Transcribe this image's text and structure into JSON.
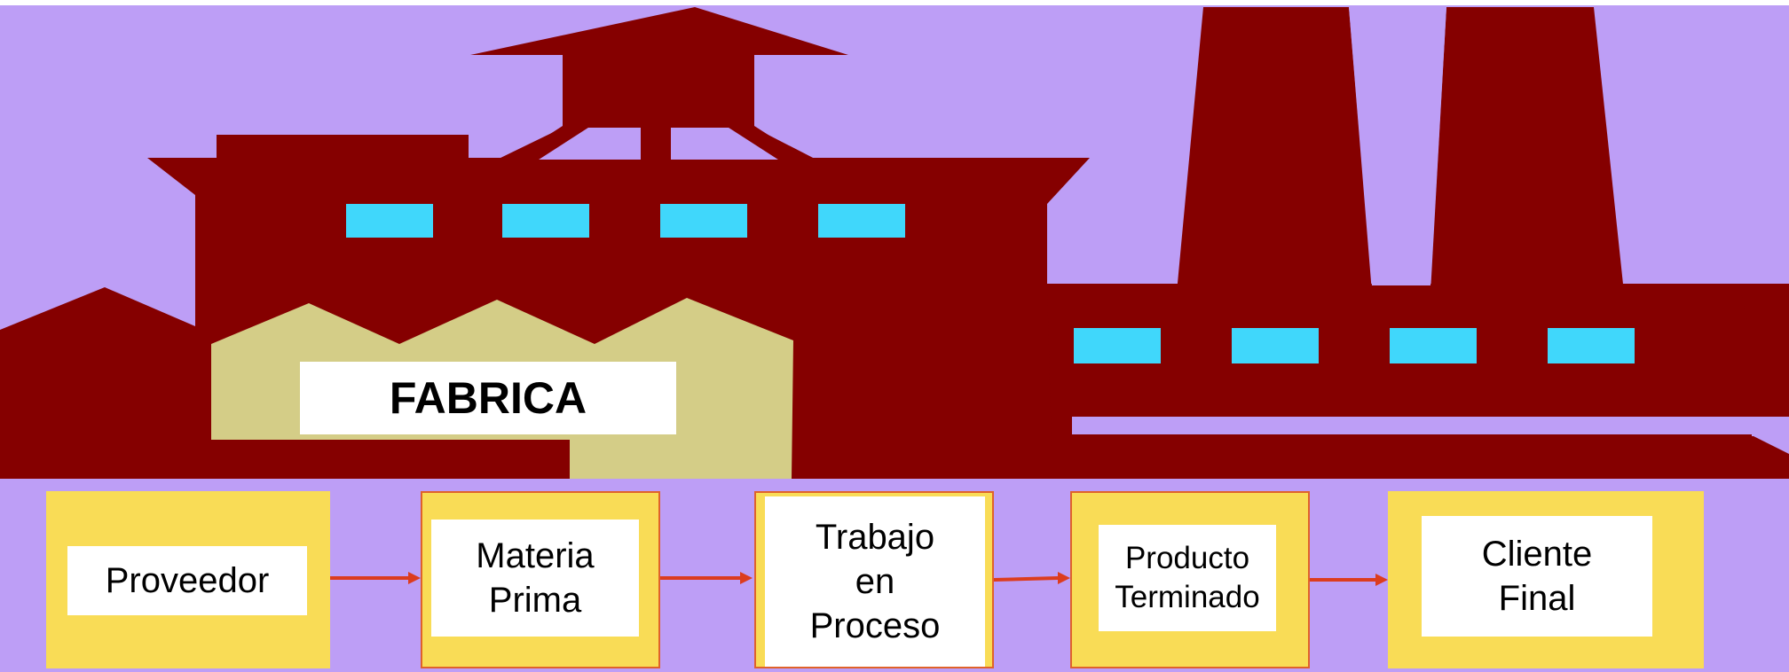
{
  "colors": {
    "background": "#bd9ef6",
    "factory": "#850000",
    "shed": "#d4cd87",
    "windows": "#40d7fb",
    "process_box": "#f9dc56",
    "box_border": "#e0622a",
    "arrow": "#dc3c1e",
    "label_bg": "#ffffff"
  },
  "factory": {
    "label": "FABRICA"
  },
  "flow": {
    "steps": [
      {
        "lines": [
          "Proveedor"
        ]
      },
      {
        "lines": [
          "Materia",
          "Prima"
        ]
      },
      {
        "lines": [
          "Trabajo",
          "en",
          "Proceso"
        ]
      },
      {
        "lines": [
          "Producto",
          "Terminado"
        ]
      },
      {
        "lines": [
          "Cliente",
          "Final"
        ]
      }
    ]
  }
}
